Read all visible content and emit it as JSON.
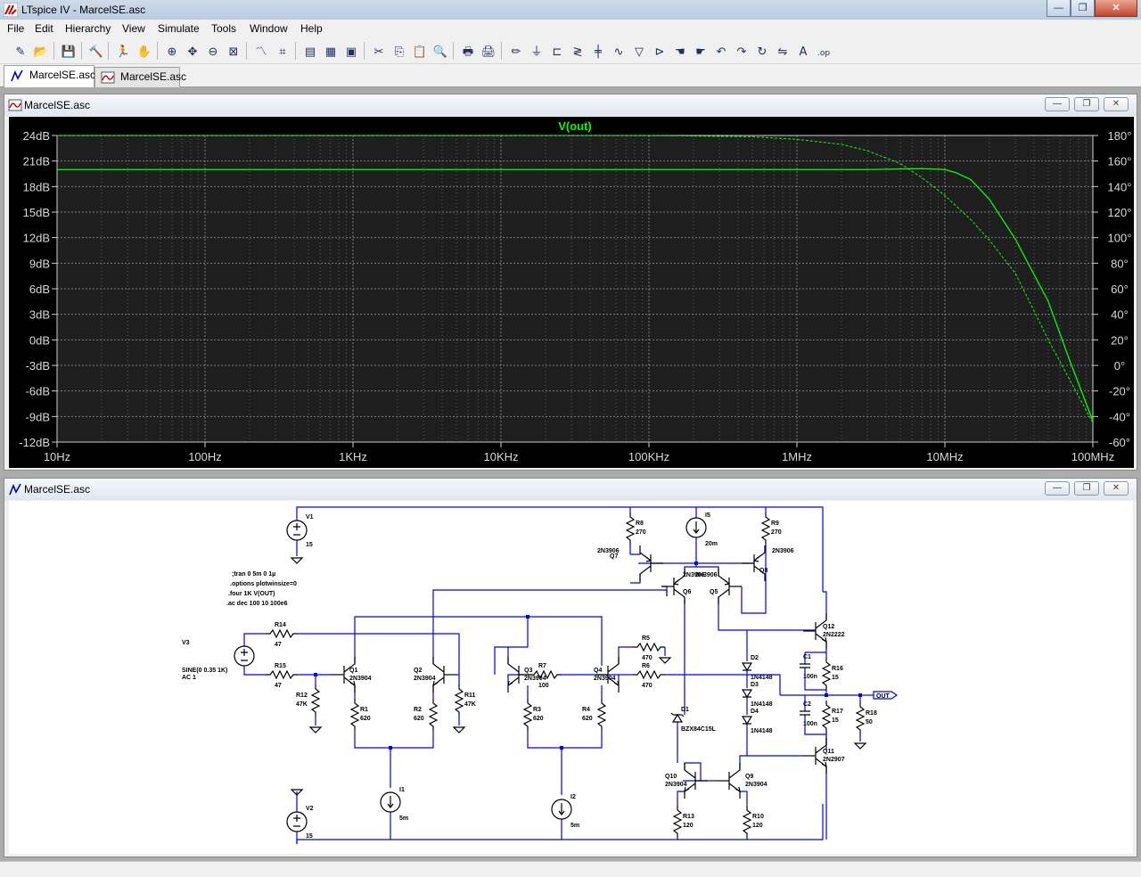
{
  "window": {
    "title": "LTspice IV - MarcelSE.asc",
    "buttons": {
      "minimize": "—",
      "restore": "❐",
      "close": "✕"
    }
  },
  "menu": [
    "File",
    "Edit",
    "Hierarchy",
    "View",
    "Simulate",
    "Tools",
    "Window",
    "Help"
  ],
  "toolbar_icons": [
    "new-schematic-icon",
    "open-icon",
    "save-icon",
    "control-panel-icon",
    "run-icon",
    "halt-icon",
    "zoom-in-icon",
    "pan-icon",
    "zoom-out-icon",
    "zoom-fit-icon",
    "autorange-icon",
    "cursor-icon",
    "tile-horizontal-icon",
    "cascade-icon",
    "close-window-icon",
    "cut-icon",
    "copy-icon",
    "paste-icon",
    "find-icon",
    "print-setup-icon",
    "print-icon",
    "wire-icon",
    "ground-icon",
    "label-icon",
    "resistor-icon",
    "capacitor-icon",
    "inductor-icon",
    "diode-icon",
    "component-icon",
    "move-icon",
    "drag-icon",
    "undo-icon",
    "redo-icon",
    "rotate-icon",
    "mirror-icon",
    "text-icon",
    "spice-directive-icon"
  ],
  "tabs": [
    {
      "label": "MarcelSE.asc",
      "icon": "schematic-icon"
    },
    {
      "label": "MarcelSE.asc",
      "icon": "waveform-icon"
    }
  ],
  "plot_window": {
    "title": "MarcelSE.asc",
    "trace_label": "V(out)"
  },
  "schematic_window": {
    "title": "MarcelSE.asc"
  },
  "colors": {
    "plot_bg": "#1e1e1e",
    "grid": "#8a8a8a",
    "trace": "#00ff00",
    "tick_text": "#d8d8d8",
    "wire": "#0000ff",
    "component": "#000000"
  },
  "chart_data": {
    "type": "line",
    "xlabel": "",
    "ylabel": "",
    "x_scale": "log",
    "x_ticks": [
      "10Hz",
      "100Hz",
      "1KHz",
      "10KHz",
      "100KHz",
      "1MHz",
      "10MHz",
      "100MHz"
    ],
    "y_left_ticks": [
      "24dB",
      "21dB",
      "18dB",
      "15dB",
      "12dB",
      "9dB",
      "6dB",
      "3dB",
      "0dB",
      "-3dB",
      "-6dB",
      "-9dB",
      "-12dB"
    ],
    "y_right_ticks": [
      "180°",
      "160°",
      "140°",
      "120°",
      "100°",
      "80°",
      "60°",
      "40°",
      "20°",
      "0°",
      "-20°",
      "-40°",
      "-60°"
    ],
    "ylim_db": [
      -12,
      24
    ],
    "ylim_deg": [
      -60,
      180
    ],
    "grid": true,
    "series": [
      {
        "name": "V(out)",
        "style": "solid",
        "unit": "dB",
        "x": [
          10,
          1000000,
          3000000,
          7000000,
          10000000,
          12000000,
          15000000,
          20000000,
          30000000,
          50000000,
          70000000,
          100000000
        ],
        "y": [
          20.0,
          20.0,
          20.0,
          20.1,
          20.0,
          19.6,
          18.8,
          16.5,
          11.8,
          4.5,
          -2.5,
          -9.5
        ]
      },
      {
        "name": "V(out)",
        "style": "dashed",
        "unit": "deg",
        "x": [
          10,
          100000,
          500000,
          1000000,
          2000000,
          3000000,
          5000000,
          7000000,
          10000000,
          15000000,
          20000000,
          30000000,
          50000000,
          100000000
        ],
        "y": [
          180,
          180,
          179,
          177,
          173,
          168,
          158,
          147,
          133,
          114,
          98,
          72,
          20,
          -45
        ]
      }
    ]
  },
  "schematic": {
    "sources": [
      {
        "ref": "V1",
        "value": "15"
      },
      {
        "ref": "V2",
        "value": "15"
      },
      {
        "ref": "V3",
        "value": "SINE(0 0.35 1K)",
        "value2": "AC 1"
      },
      {
        "ref": "I1",
        "value": "5m"
      },
      {
        "ref": "I2",
        "value": "5m"
      },
      {
        "ref": "I5",
        "value": "20m"
      }
    ],
    "directives": [
      ";tran 0 5m 0 1µ",
      ".options plotwinsize=0",
      ".four 1K V(OUT)",
      ".ac dec 100 10 100e6"
    ],
    "resistors": [
      {
        "ref": "R14",
        "value": "47"
      },
      {
        "ref": "R15",
        "value": "47"
      },
      {
        "ref": "R12",
        "value": "47K"
      },
      {
        "ref": "R1",
        "value": "620"
      },
      {
        "ref": "R2",
        "value": "620"
      },
      {
        "ref": "R11",
        "value": "47K"
      },
      {
        "ref": "R3",
        "value": "620"
      },
      {
        "ref": "R4",
        "value": "620"
      },
      {
        "ref": "R7",
        "value": "100"
      },
      {
        "ref": "R5",
        "value": "470"
      },
      {
        "ref": "R6",
        "value": "470"
      },
      {
        "ref": "R8",
        "value": "270"
      },
      {
        "ref": "R9",
        "value": "270"
      },
      {
        "ref": "R16",
        "value": "15"
      },
      {
        "ref": "R17",
        "value": "15"
      },
      {
        "ref": "R18",
        "value": "50"
      },
      {
        "ref": "R13",
        "value": "120"
      },
      {
        "ref": "R10",
        "value": "120"
      }
    ],
    "transistors": [
      {
        "ref": "Q1",
        "model": "2N3904"
      },
      {
        "ref": "Q2",
        "model": "2N3904"
      },
      {
        "ref": "Q3",
        "model": "2N3904"
      },
      {
        "ref": "Q4",
        "model": "2N3904"
      },
      {
        "ref": "Q7",
        "model": "2N3906"
      },
      {
        "ref": "Q8",
        "model": "2N3906"
      },
      {
        "ref": "Q6",
        "model": "2N3906"
      },
      {
        "ref": "Q5",
        "model": "2N3906"
      },
      {
        "ref": "Q12",
        "model": "2N2222"
      },
      {
        "ref": "Q11",
        "model": "2N2907"
      },
      {
        "ref": "Q10",
        "model": "2N3904"
      },
      {
        "ref": "Q9",
        "model": "2N3904"
      }
    ],
    "diodes": [
      {
        "ref": "D1",
        "model": "BZX84C15L"
      },
      {
        "ref": "D2",
        "model": "1N4148"
      },
      {
        "ref": "D3",
        "model": "1N4148"
      },
      {
        "ref": "D4",
        "model": "1N4148"
      }
    ],
    "capacitors": [
      {
        "ref": "C1",
        "value": "100n"
      },
      {
        "ref": "C2",
        "value": "100n"
      }
    ],
    "out_label": "OUT",
    "overlap_label": "2N3906"
  }
}
